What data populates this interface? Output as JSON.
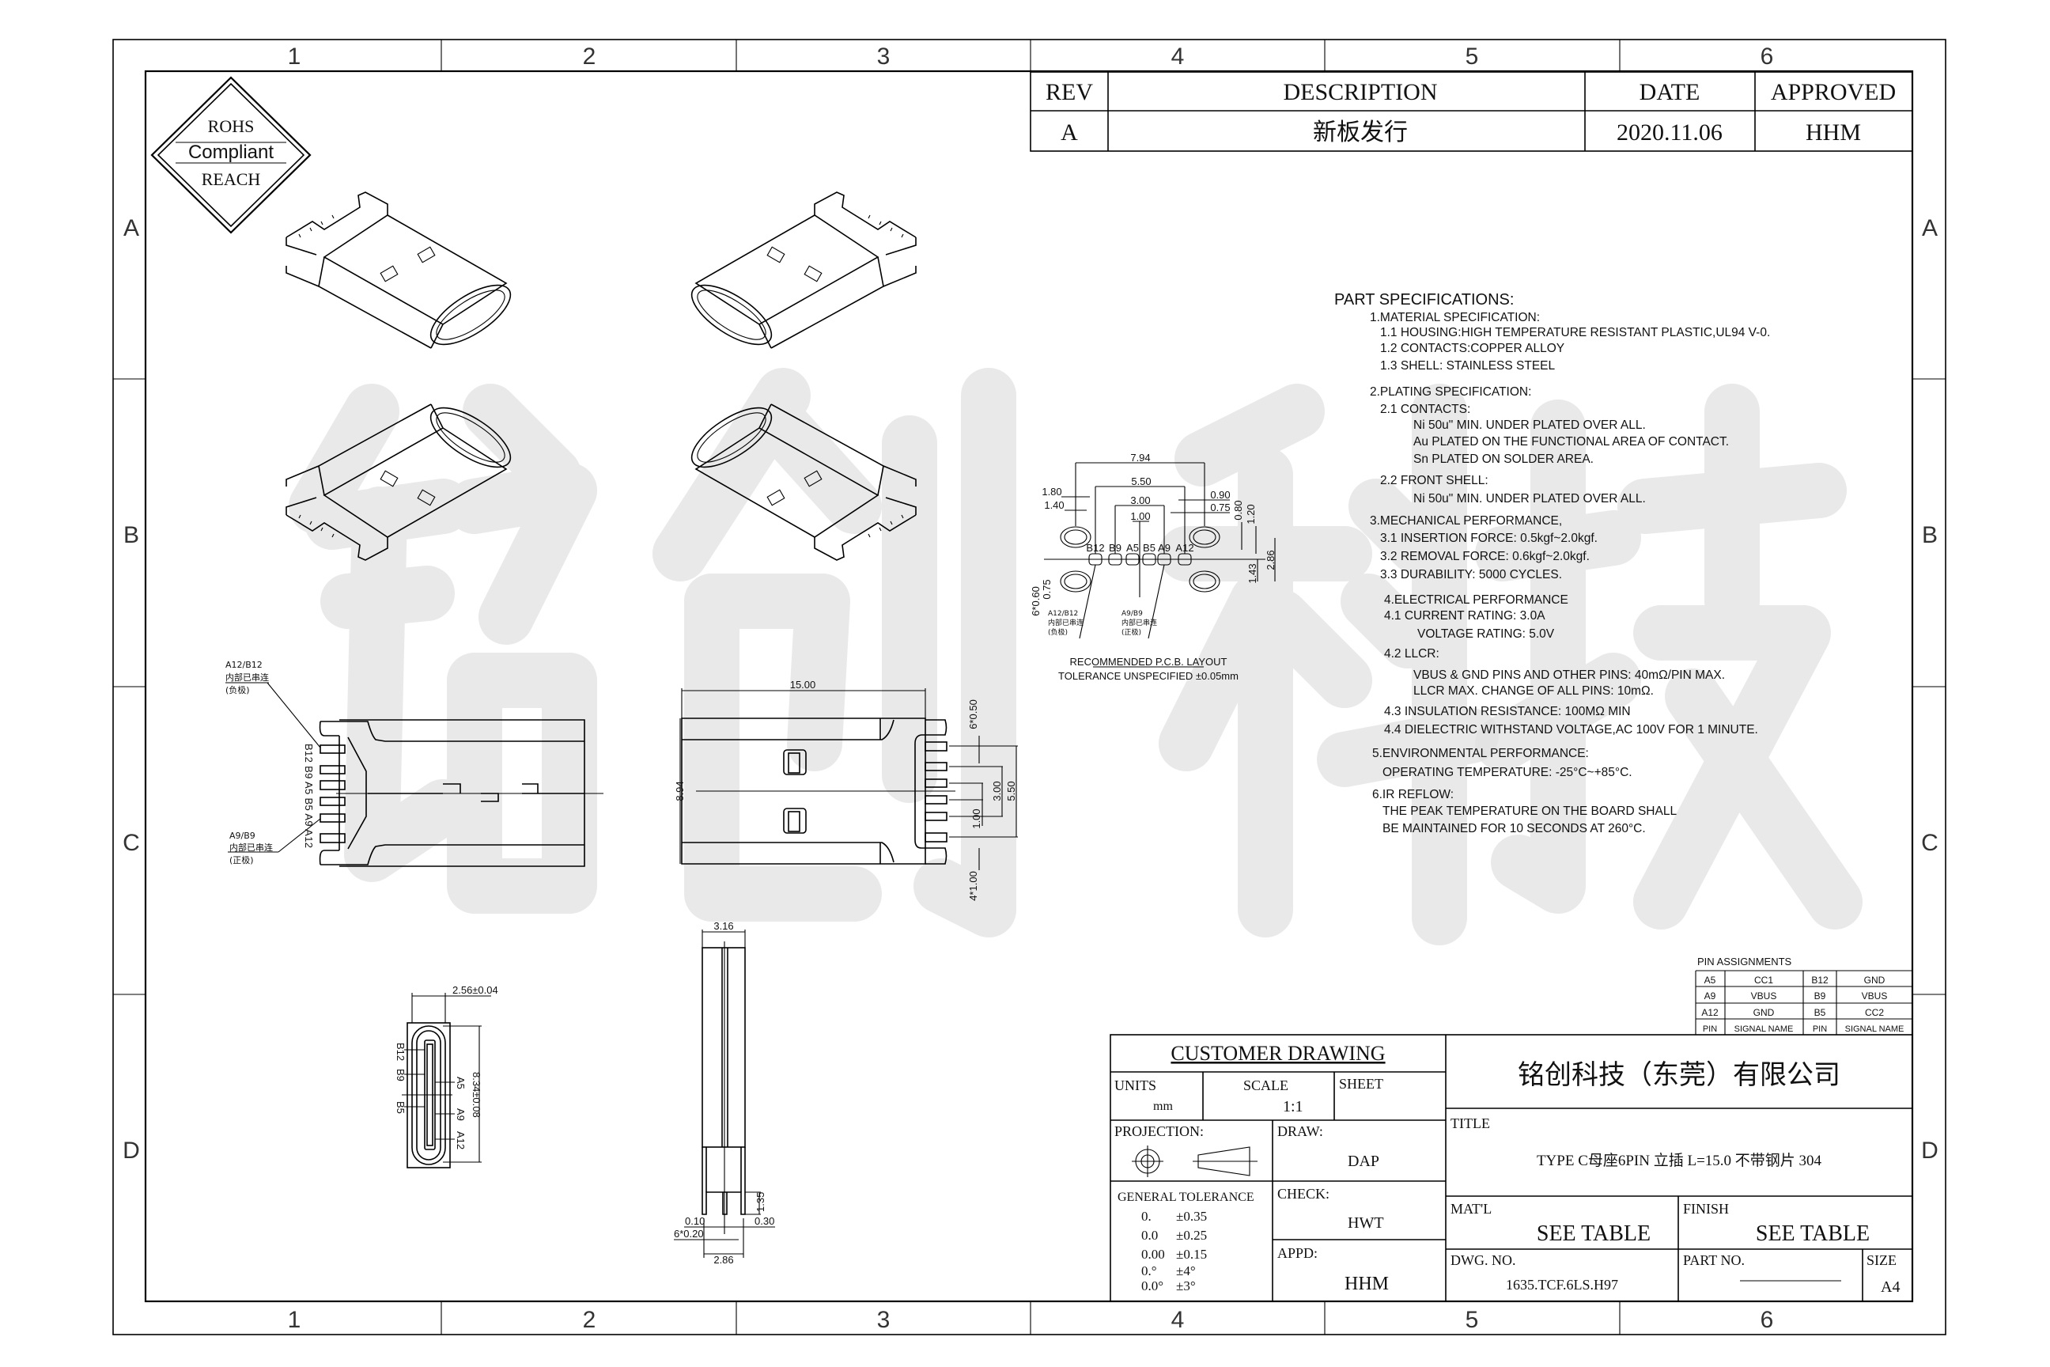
{
  "logo": {
    "top": "ROHS",
    "middle": "Compliant",
    "bottom": "REACH"
  },
  "frame": {
    "columns": [
      "1",
      "2",
      "3",
      "4",
      "5",
      "6"
    ],
    "rows": [
      "A",
      "B",
      "C",
      "D"
    ]
  },
  "watermark": "铭创科技",
  "revision_table": {
    "headers": {
      "rev": "REV",
      "description": "DESCRIPTION",
      "date": "DATE",
      "approved": "APPROVED"
    },
    "rows": [
      {
        "rev": "A",
        "description": "新板发行",
        "date": "2020.11.06",
        "approved": "HHM"
      }
    ]
  },
  "specifications": {
    "title": "PART SPECIFICATIONS:",
    "lines": [
      "1.MATERIAL SPECIFICATION:",
      "1.1 HOUSING:HIGH TEMPERATURE RESISTANT PLASTIC,UL94 V-0.",
      "1.2 CONTACTS:COPPER ALLOY",
      "1.3 SHELL: STAINLESS STEEL",
      "2.PLATING SPECIFICATION:",
      "2.1 CONTACTS:",
      "Ni 50u\" MIN. UNDER PLATED OVER ALL.",
      "Au PLATED ON THE FUNCTIONAL AREA OF CONTACT.",
      "Sn PLATED ON SOLDER AREA.",
      "2.2 FRONT SHELL:",
      "Ni 50u\" MIN. UNDER PLATED OVER ALL.",
      "3.MECHANICAL PERFORMANCE,",
      "3.1 INSERTION FORCE: 0.5kgf~2.0kgf.",
      "3.2 REMOVAL FORCE:  0.6kgf~2.0kgf.",
      "3.3 DURABILITY: 5000 CYCLES.",
      "4.ELECTRICAL PERFORMANCE",
      "4.1 CURRENT RATING: 3.0A",
      "VOLTAGE RATING: 5.0V",
      "4.2 LLCR:",
      "VBUS & GND PINS AND OTHER PINS: 40mΩ/PIN MAX.",
      "LLCR MAX. CHANGE OF ALL PINS: 10mΩ.",
      "4.3 INSULATION RESISTANCE: 100MΩ   MIN",
      "4.4 DIELECTRIC WITHSTAND VOLTAGE,AC 100V FOR 1 MINUTE.",
      "5.ENVIRONMENTAL PERFORMANCE:",
      "OPERATING TEMPERATURE: -25°C~+85°C.",
      "6.IR REFLOW:",
      "THE PEAK TEMPERATURE ON THE BOARD SHALL",
      "BE MAINTAINED FOR 10 SECONDS AT 260°C."
    ]
  },
  "pin_assignments": {
    "title": "PIN ASSIGNMENTS",
    "rows": [
      [
        "A5",
        "CC1",
        "B12",
        "GND"
      ],
      [
        "A9",
        "VBUS",
        "B9",
        "VBUS"
      ],
      [
        "A12",
        "GND",
        "B5",
        "CC2"
      ],
      [
        "PIN",
        "SIGNAL NAME",
        "PIN",
        "SIGNAL NAME"
      ]
    ]
  },
  "pcb_layout": {
    "title": "RECOMMENDED   P.C.B.  LAYOUT",
    "tolerance": "TOLERANCE  UNSPECIFIED  ±0.05mm",
    "pad_labels": [
      "B12",
      "B9",
      "A5",
      "B5",
      "A9",
      "A12"
    ],
    "dims": {
      "d794": "7.94",
      "d550": "5.50",
      "d300": "3.00",
      "d100": "1.00",
      "d180": "1.80",
      "d140": "1.40",
      "d090": "0.90",
      "d075": "0.75",
      "d080": "0.80",
      "d120": "1.20",
      "d143": "1.43",
      "d286": "2.86",
      "d075b": "0.75",
      "d6x060": "6*0.60"
    },
    "note_neg": [
      "A12/B12",
      "内部已串连",
      "(负极)"
    ],
    "note_pos": [
      "A9/B9",
      "内部已串连",
      "(正极)"
    ]
  },
  "side_view": {
    "note_neg": [
      "A12/B12",
      "内部已串连",
      "(负极)"
    ],
    "note_pos": [
      "A9/B9",
      "内部已串连",
      "(正极)"
    ],
    "pin_labels": "B12 B9 A5 B5 A9 A12"
  },
  "top_view": {
    "dims": {
      "length": "15.00",
      "height": "8.94",
      "pin_width": "6*0.50",
      "span_550": "5.50",
      "span_300": "3.00",
      "span_100": "1.00",
      "tab": "4*1.00"
    }
  },
  "front_view": {
    "dims": {
      "width": "2.56±0.04",
      "height": "8.34±0.08"
    },
    "labels_left": [
      "B12",
      "B9",
      "B5"
    ],
    "labels_right": [
      "A5",
      "A9",
      "A12"
    ]
  },
  "end_view": {
    "dims": {
      "width": "3.16",
      "pin_len": "1.35",
      "d010": "0.10",
      "d030": "0.30",
      "pins": "6*0.20",
      "pitch": "2.86"
    }
  },
  "title_block": {
    "heading": "CUSTOMER DRAWING",
    "units_label": "UNITS",
    "units": "mm",
    "scale_label": "SCALE",
    "scale": "1:1",
    "sheet_label": "SHEET",
    "projection_label": "PROJECTION:",
    "draw_label": "DRAW:",
    "draw": "DAP",
    "check_label": "CHECK:",
    "check": "HWT",
    "appd_label": "APPD:",
    "appd": "HHM",
    "tolerance_label": "GENERAL  TOLERANCE",
    "tolerances": [
      [
        "0.",
        "±0.35"
      ],
      [
        "0.0",
        "±0.25"
      ],
      [
        "0.00",
        "±0.15"
      ],
      [
        "0.°",
        "±4°"
      ],
      [
        "0.0°",
        "±3°"
      ]
    ],
    "company": "铭创科技（东莞）有限公司",
    "title_label": "TITLE",
    "title": "TYPE C母座6PIN 立插 L=15.0 不带钢片 304",
    "material_label": "MAT'L",
    "material": "SEE  TABLE",
    "finish_label": "FINISH",
    "finish": "SEE  TABLE",
    "dwg_no_label": "DWG. NO.",
    "dwg_no": "1635.TCF.6LS.H97",
    "part_no_label": "PART NO.",
    "size_label": "SIZE",
    "size": "A4"
  }
}
